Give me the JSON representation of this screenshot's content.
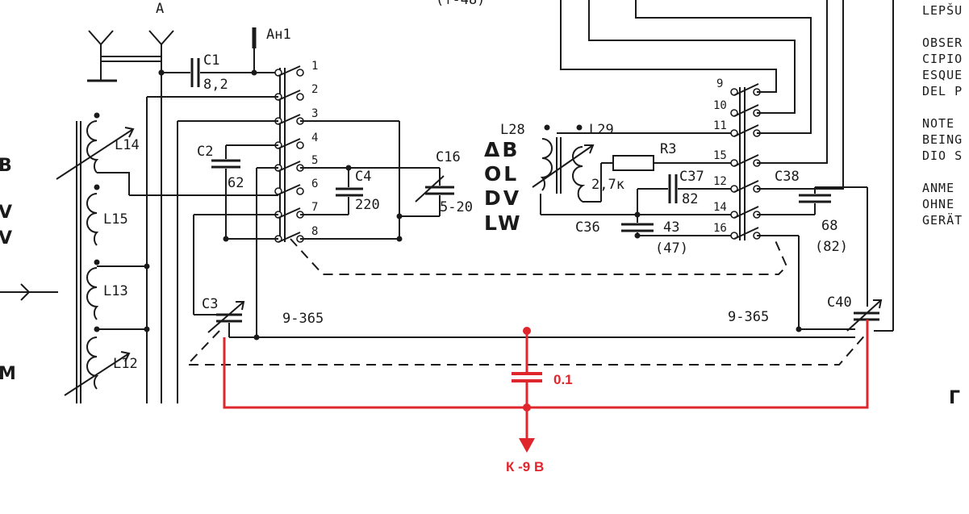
{
  "colors": {
    "ink": "#1a1a1a",
    "accent": "#e0262d",
    "background": "#ffffff"
  },
  "antenna": {
    "label": "A",
    "switch": "Aн1"
  },
  "capacitors": {
    "c1": {
      "name": "C1",
      "value": "8,2"
    },
    "c2": {
      "name": "C2",
      "value": "62"
    },
    "c3": {
      "name": "C3"
    },
    "c4": {
      "name": "C4",
      "value": "220"
    },
    "c16": {
      "name": "C16",
      "value": "5-20"
    },
    "c36": {
      "name": "C36",
      "value": "43",
      "alt": "(47)"
    },
    "c37": {
      "name": "C37",
      "value": "82"
    },
    "c38": {
      "name": "C38",
      "value": "68",
      "alt": "(82)"
    },
    "c40": {
      "name": "C40"
    },
    "tuning_left": "9-365",
    "tuning_right": "9-365"
  },
  "coils": {
    "l12": "L12",
    "l13": "L13",
    "l14": "L14",
    "l15": "L15",
    "l28": "L28",
    "l29": "L29"
  },
  "resistor": {
    "name": "R3",
    "value": "2,7к"
  },
  "bands": {
    "b1": "ΔB",
    "b2": "OL",
    "b3": "DV",
    "b4": "LW"
  },
  "left_switch_pins": [
    "1",
    "2",
    "3",
    "4",
    "5",
    "6",
    "7",
    "8"
  ],
  "right_switch_pins": [
    "9",
    "10",
    "11",
    "15",
    "12",
    "14",
    "16"
  ],
  "side_text": [
    "LEPŠU",
    "OBSER",
    "CIPIO",
    "ESQUE",
    "DEL P",
    "NOTE",
    "BEING",
    "DIO S",
    "ANME",
    "OHNE",
    "GERÄT"
  ],
  "left_edge_letters": [
    "B",
    "V",
    "V",
    "M"
  ],
  "top_fragment": "(↑-48)",
  "right_edge_letter": "Г",
  "mod": {
    "cap_value": "0.1",
    "supply": "К -9 В"
  }
}
